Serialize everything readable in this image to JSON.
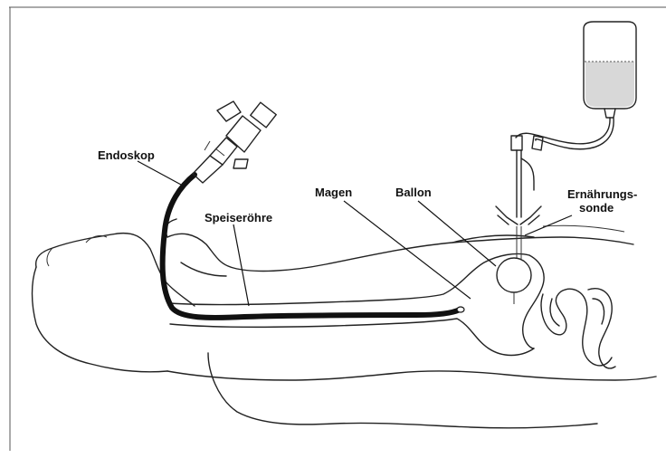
{
  "diagram": {
    "labels": {
      "endoscope": "Endoskop",
      "esophagus": "Speiseröhre",
      "stomach": "Magen",
      "balloon": "Ballon",
      "feeding_tube_line1": "Ernährungs-",
      "feeding_tube_line2": "sonde"
    }
  }
}
